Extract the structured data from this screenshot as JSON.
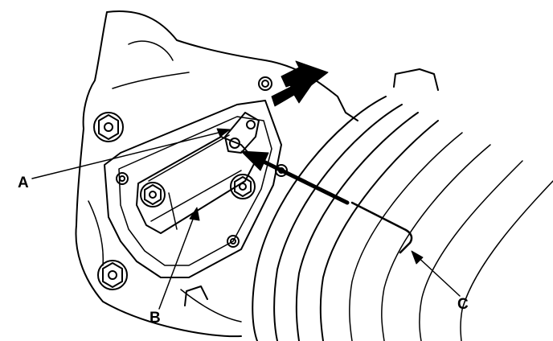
{
  "labels": {
    "a": "A",
    "b": "B",
    "c": "C"
  },
  "icons": {
    "rotation": "double-arrow-icon",
    "insert": "arrow-icon"
  },
  "colors": {
    "ink": "#000000",
    "paper": "#ffffff"
  }
}
